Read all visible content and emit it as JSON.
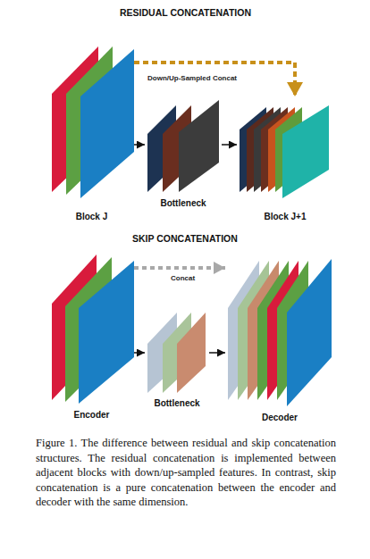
{
  "diagram": {
    "caption": "Figure 1. The difference between residual and skip concatenation structures. The residual concatenation is implemented between adjacent blocks with down/up-sampled features. In contrast, skip concatenation is a pure concatenation between the encoder and decoder with the same dimension.",
    "nodes": [
      {
        "text": [
          "Block J"
        ]
      },
      {
        "text": [
          "Bottleneck"
        ]
      },
      {
        "text": [
          "Block J+1"
        ]
      },
      {
        "text": [
          "Encoder"
        ]
      },
      {
        "text": [
          "Bottleneck"
        ]
      },
      {
        "text": [
          "Decoder"
        ]
      }
    ],
    "edges": [
      {
        "from": 0,
        "to": 1,
        "arrow": "to"
      },
      {
        "from": 1,
        "to": 2,
        "arrow": "to"
      },
      {
        "from": 0,
        "to": 2,
        "label": "Down/Up-Sampled Concat",
        "arrow": "to"
      },
      {
        "from": 3,
        "to": 4,
        "arrow": "to"
      },
      {
        "from": 4,
        "to": 5,
        "arrow": "to"
      },
      {
        "from": 3,
        "to": 5,
        "label": "Concat",
        "arrow": "to"
      }
    ],
    "labels": [
      "RESIDUAL CONCATENATION",
      "SKIP CONCATENATION"
    ]
  }
}
